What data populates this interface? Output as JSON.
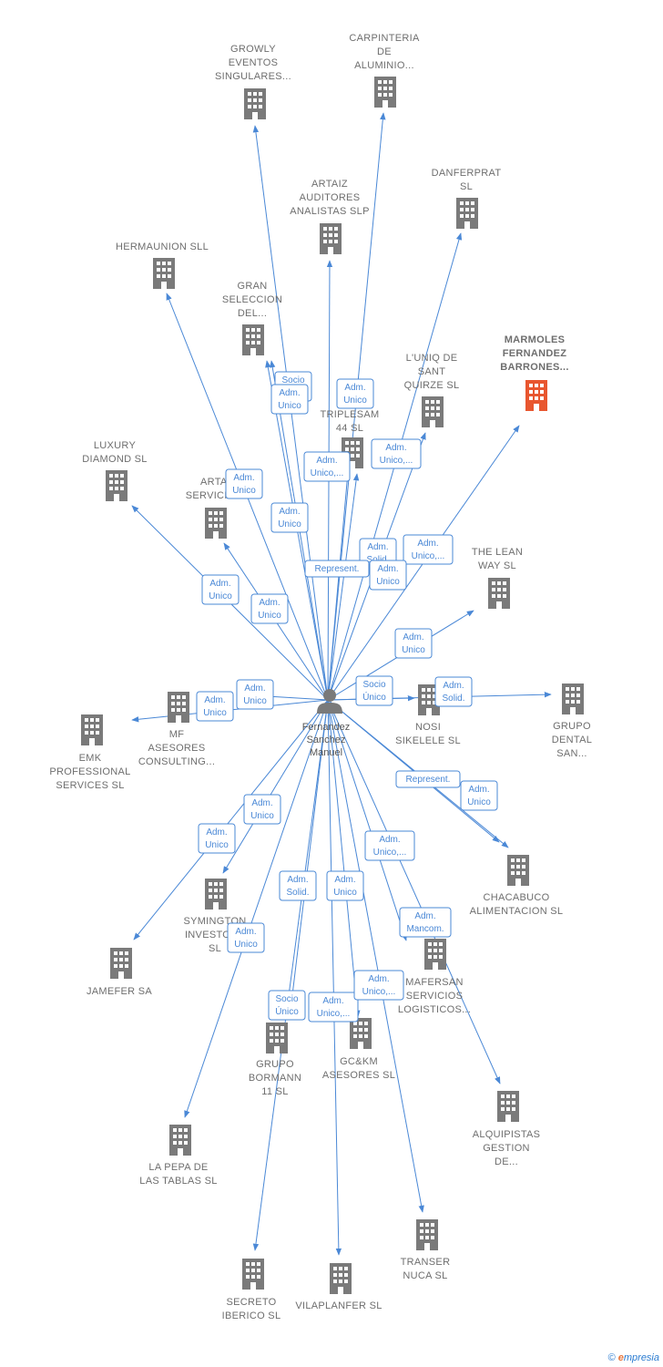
{
  "colors": {
    "edge": "#4a88d6",
    "node": "#7a7a7a",
    "highlight": "#e8562f",
    "person": "#7a7a7a"
  },
  "person": {
    "lines": [
      "Fernandez",
      "Sanchez",
      "Manuel"
    ],
    "icon": "person-icon"
  },
  "nodes": [
    {
      "id": "growly",
      "lines": [
        "GROWLY",
        "EVENTOS",
        "SINGULARES..."
      ]
    },
    {
      "id": "carpinteria",
      "lines": [
        "CARPINTERIA",
        "DE",
        "ALUMINIO..."
      ]
    },
    {
      "id": "artaiz_aud",
      "lines": [
        "ARTAIZ",
        "AUDITORES",
        "ANALISTAS SLP"
      ]
    },
    {
      "id": "danferprat",
      "lines": [
        "DANFERPRAT",
        "SL"
      ]
    },
    {
      "id": "hermaunion",
      "lines": [
        "HERMAUNION SLL"
      ]
    },
    {
      "id": "gran",
      "lines": [
        "GRAN",
        "SELECCION",
        "DEL..."
      ]
    },
    {
      "id": "marmoles",
      "lines": [
        "MARMOLES",
        "FERNANDEZ",
        "BARRONES..."
      ],
      "highlight": true
    },
    {
      "id": "luniq",
      "lines": [
        "L'UNIQ DE",
        "SANT",
        "QUIRZE  SL"
      ]
    },
    {
      "id": "triplesam",
      "lines": [
        "TRIPLESAM",
        "44  SL"
      ]
    },
    {
      "id": "luxury",
      "lines": [
        "LUXURY",
        "DIAMOND SL"
      ]
    },
    {
      "id": "artaiz_serv",
      "lines": [
        "ARTAIZ",
        "SERVICIOS..."
      ]
    },
    {
      "id": "leanway",
      "lines": [
        "THE LEAN",
        "WAY  SL"
      ]
    },
    {
      "id": "mf",
      "lines": [
        "MF",
        "ASESORES",
        "CONSULTING..."
      ]
    },
    {
      "id": "emk",
      "lines": [
        "EMK",
        "PROFESSIONAL",
        "SERVICES  SL"
      ]
    },
    {
      "id": "nosi",
      "lines": [
        "NOSI",
        "SIKELELE  SL"
      ]
    },
    {
      "id": "grupodental",
      "lines": [
        "GRUPO",
        "DENTAL",
        "SAN..."
      ]
    },
    {
      "id": "chacabuco",
      "lines": [
        "CHACABUCO",
        "ALIMENTACION SL"
      ]
    },
    {
      "id": "symington",
      "lines": [
        "SYMINGTON",
        "INVESTORS",
        "SL"
      ]
    },
    {
      "id": "jamefer",
      "lines": [
        "JAMEFER SA"
      ]
    },
    {
      "id": "mafersan",
      "lines": [
        "MAFERSAN",
        "SERVICIOS",
        "LOGISTICOS..."
      ]
    },
    {
      "id": "bormann",
      "lines": [
        "GRUPO",
        "BORMANN",
        "11 SL"
      ]
    },
    {
      "id": "gckm",
      "lines": [
        "GC&KM",
        "ASESORES  SL"
      ]
    },
    {
      "id": "alquipistas",
      "lines": [
        "ALQUIPISTAS",
        "GESTION",
        "DE..."
      ]
    },
    {
      "id": "lapepa",
      "lines": [
        "LA PEPA DE",
        "LAS TABLAS SL"
      ]
    },
    {
      "id": "transer",
      "lines": [
        "TRANSER",
        "NUCA  SL"
      ]
    },
    {
      "id": "secreto",
      "lines": [
        "SECRETO",
        "IBERICO  SL"
      ]
    },
    {
      "id": "vilaplanfer",
      "lines": [
        "VILAPLANFER SL"
      ]
    }
  ],
  "edges": [
    {
      "to": "growly",
      "lines": [
        "Socio",
        "Único"
      ]
    },
    {
      "to": "carpinteria",
      "lines": [
        "Adm.",
        "Unico"
      ]
    },
    {
      "to": "artaiz_aud",
      "lines": [
        "Adm.",
        "Unico,..."
      ]
    },
    {
      "to": "danferprat",
      "lines": [
        "Adm.",
        "Unico,..."
      ]
    },
    {
      "to": "hermaunion",
      "lines": [
        "Adm.",
        "Unico"
      ]
    },
    {
      "to": "gran",
      "lines": [
        "Adm.",
        "Unico"
      ]
    },
    {
      "to": "marmoles",
      "lines": [
        "Adm.",
        "Unico,..."
      ]
    },
    {
      "to": "luniq",
      "lines": [
        "Adm.",
        "Solid."
      ]
    },
    {
      "to": "triplesam",
      "lines": [
        "Represent."
      ]
    },
    {
      "to": "triplesam",
      "lines": [
        "Adm.",
        "Unico"
      ]
    },
    {
      "to": "luxury",
      "lines": [
        "Adm.",
        "Unico"
      ]
    },
    {
      "to": "artaiz_serv",
      "lines": [
        "Adm.",
        "Unico"
      ]
    },
    {
      "to": "gran",
      "lines": [
        "Adm.",
        "Unico"
      ]
    },
    {
      "to": "leanway",
      "lines": [
        "Adm.",
        "Unico"
      ]
    },
    {
      "to": "mf",
      "lines": [
        "Adm.",
        "Unico"
      ]
    },
    {
      "to": "emk",
      "lines": [
        "Adm.",
        "Unico"
      ]
    },
    {
      "to": "nosi",
      "lines": [
        "Socio",
        "Único"
      ]
    },
    {
      "to": "grupodental",
      "lines": [
        "Adm.",
        "Solid."
      ]
    },
    {
      "to": "chacabuco",
      "lines": [
        "Represent."
      ]
    },
    {
      "to": "chacabuco",
      "lines": [
        "Adm.",
        "Unico"
      ]
    },
    {
      "to": "symington",
      "lines": [
        "Adm.",
        "Unico"
      ]
    },
    {
      "to": "jamefer",
      "lines": [
        "Adm.",
        "Unico"
      ]
    },
    {
      "to": "mafersan",
      "lines": [
        "Adm.",
        "Unico,..."
      ]
    },
    {
      "to": "alquipistas",
      "lines": [
        "Adm.",
        "Mancom."
      ]
    },
    {
      "to": "bormann",
      "lines": [
        "Adm.",
        "Solid."
      ]
    },
    {
      "to": "gckm",
      "lines": [
        "Adm.",
        "Unico"
      ]
    },
    {
      "to": "lapepa",
      "lines": [
        "Adm.",
        "Unico"
      ]
    },
    {
      "to": "secreto",
      "lines": [
        "Socio",
        "Único"
      ]
    },
    {
      "to": "vilaplanfer",
      "lines": [
        "Adm.",
        "Unico,..."
      ]
    },
    {
      "to": "transer",
      "lines": [
        "Adm.",
        "Unico,..."
      ]
    }
  ],
  "footer": {
    "copyright": "©",
    "brand_e": "e",
    "brand_rest": "mpresia"
  }
}
